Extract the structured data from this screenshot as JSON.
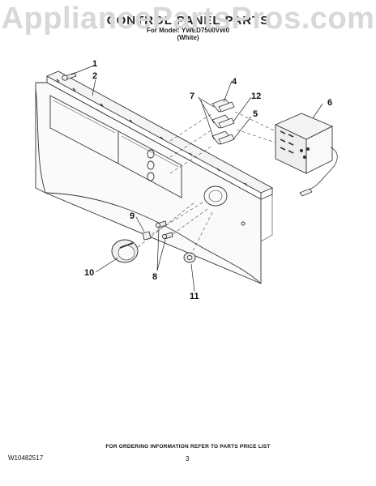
{
  "watermark": "AppliancePartsPros.com",
  "header": {
    "title": "CONTROL PANEL PARTS",
    "model_line": "For Model: YWED7500VW0",
    "variant": "(White)"
  },
  "callouts": [
    "1",
    "2",
    "4",
    "7",
    "12",
    "5",
    "6",
    "9",
    "10",
    "8",
    "11"
  ],
  "footer": {
    "note": "FOR ORDERING INFORMATION REFER TO PARTS PRICE LIST",
    "doc_number": "W10482517",
    "page_number": "3"
  }
}
